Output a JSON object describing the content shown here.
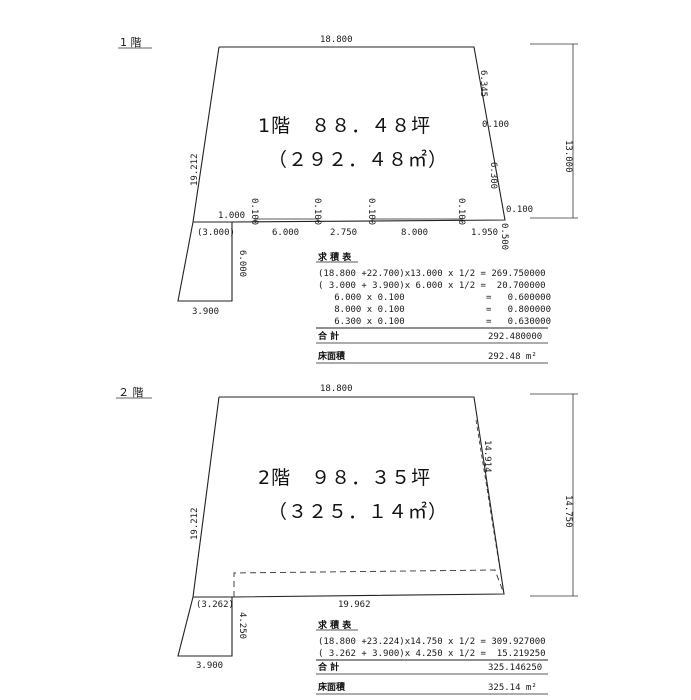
{
  "floor1": {
    "label": "1 階",
    "area_tsubo": "1階　８８．４８坪",
    "area_m2": "（２９２．４８㎡）",
    "dims": {
      "top": "18.800",
      "right_height": "13.000",
      "diag_right": "6.345",
      "right_100a": "0.100",
      "right_6300": "6.300",
      "right_100b": "0.100",
      "left_diag": "19.212",
      "b_1000": "1.000",
      "b_100a": "0.100",
      "b_6000": "6.000",
      "b_100b": "0.100",
      "b_2750": "2.750",
      "b_100c": "0.100",
      "b_8000": "8.000",
      "b_100d": "0.100",
      "b_1950": "1.950",
      "b_500": "0.500",
      "b_3000": "(3.000)",
      "ext_6000": "6.000",
      "ext_3900": "3.900"
    },
    "table": {
      "heading": "求 積 表",
      "rows": [
        "(18.800 +22.700)x13.000 x 1/2 = 269.750000",
        "( 3.000 + 3.900)x 6.000 x 1/2 =  20.700000",
        "   6.000 x 0.100               =   0.600000",
        "   8.000 x 0.100               =   0.800000",
        "   6.300 x 0.100               =   0.630000"
      ],
      "total_label": "合 計",
      "total_value": "292.480000",
      "floor_area_label": "床面積",
      "floor_area_value": "292.48 m²"
    }
  },
  "floor2": {
    "label": "２ 階",
    "area_tsubo": "2階　９８．３５坪",
    "area_m2": "（３２５．１４㎡）",
    "dims": {
      "top": "18.800",
      "right_height": "14.750",
      "diag_right": "14.914",
      "left_diag": "19.212",
      "b_3262": "(3.262)",
      "b_19962": "19.962",
      "ext_4250": "4.250",
      "ext_3900": "3.900"
    },
    "table": {
      "heading": "求 積 表",
      "rows": [
        "(18.800 +23.224)x14.750 x 1/2 = 309.927000",
        "( 3.262 + 3.900)x 4.250 x 1/2 =  15.219250"
      ],
      "total_label": "合 計",
      "total_value": "325.146250",
      "floor_area_label": "床面積",
      "floor_area_value": "325.14 m²"
    }
  }
}
